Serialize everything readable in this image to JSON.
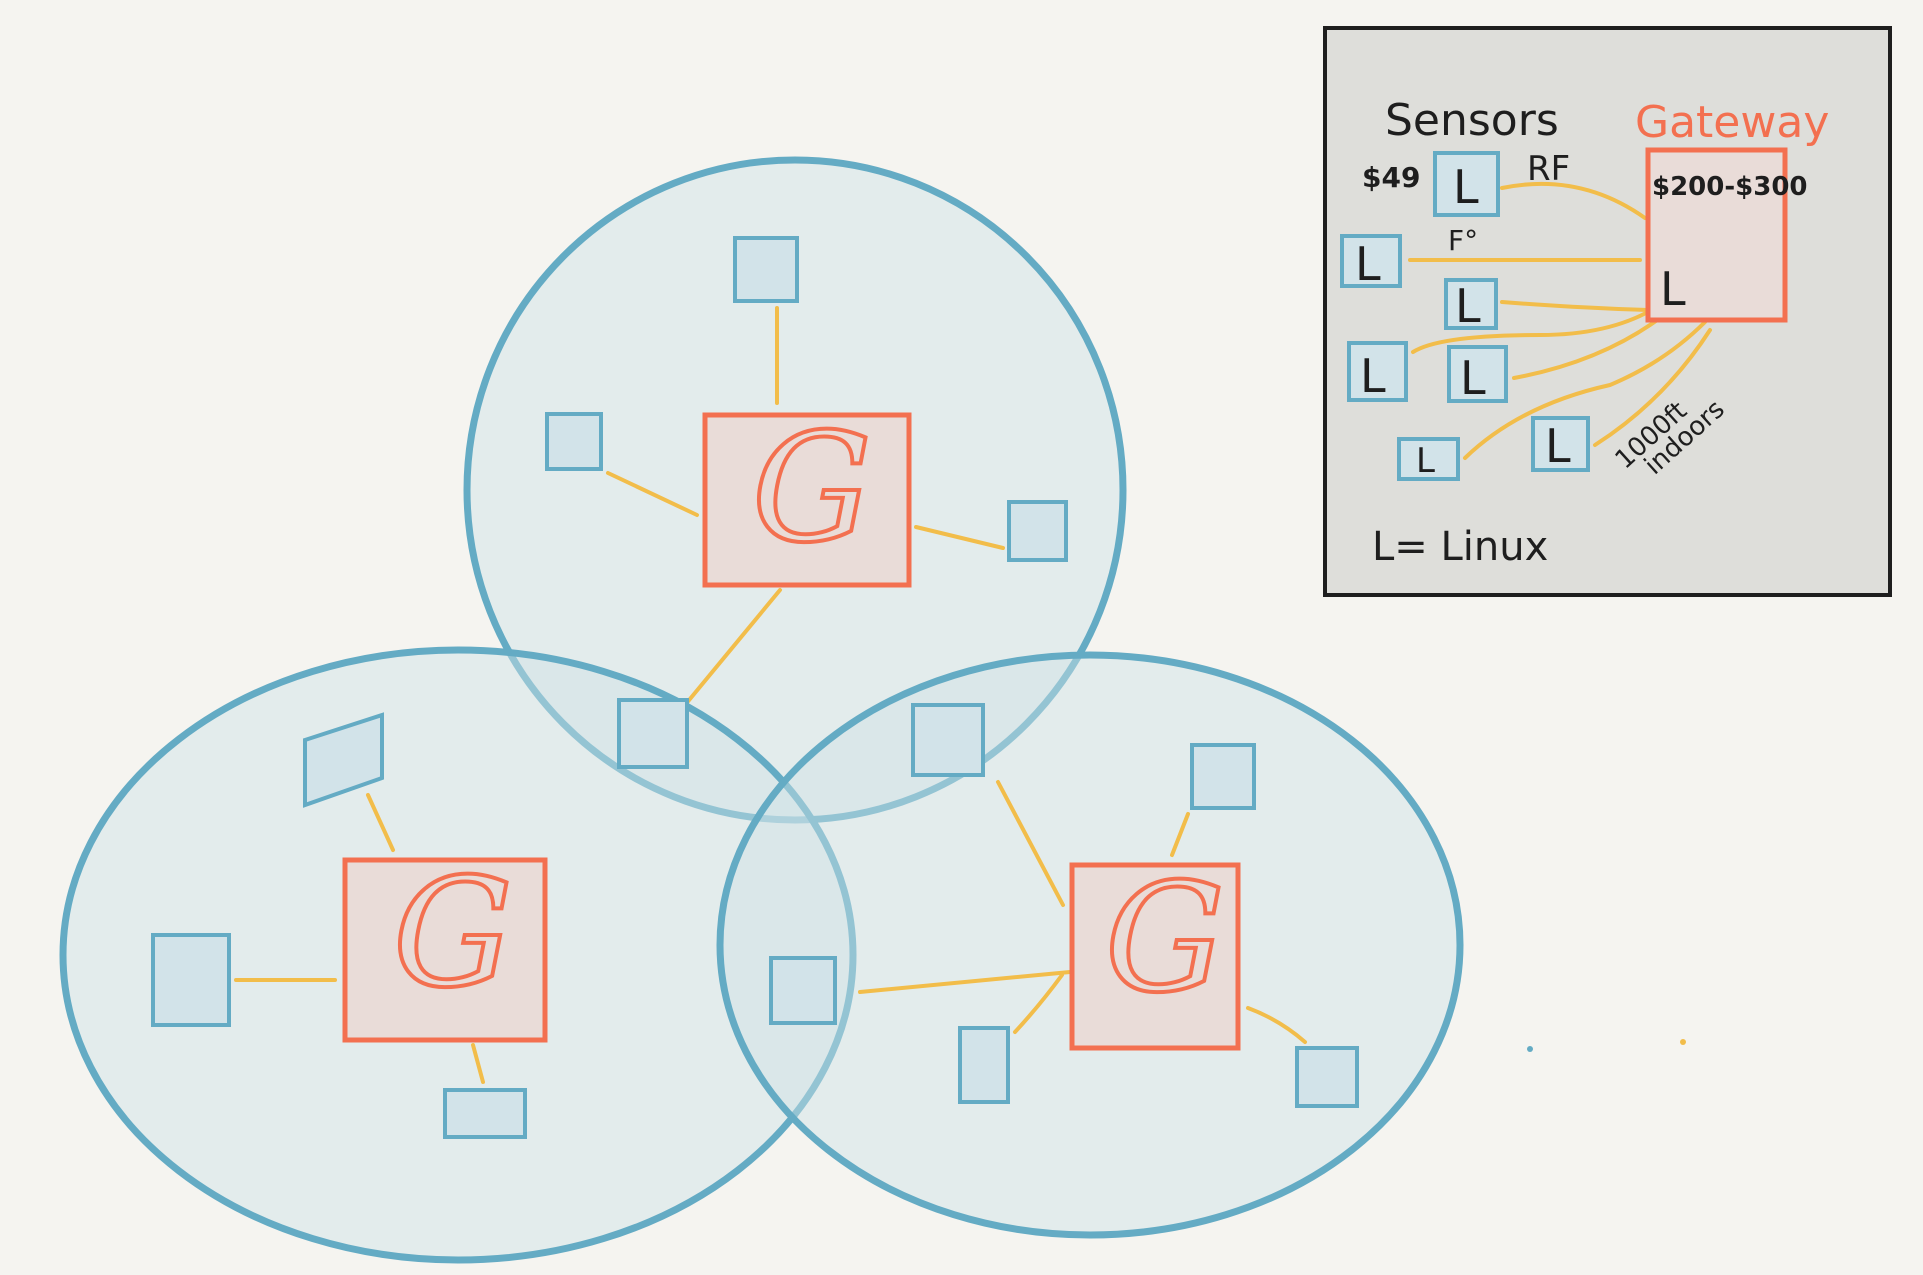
{
  "colors": {
    "background": "#f5f4f0",
    "coverage_stroke": "#64abc4",
    "coverage_fill": "#cfe2e6",
    "sensor_stroke": "#64abc4",
    "sensor_fill": "#d2e3e9",
    "gateway_stroke": "#f37050",
    "gateway_fill": "#e9dcd8",
    "link": "#f2bd4a",
    "text_dark": "#1e1e1e",
    "legend_bg": "#dededa",
    "legend_border": "#1e1e1e"
  },
  "gateway_symbol": "G",
  "sensor_symbol": "L",
  "legend": {
    "sensors_title": "Sensors",
    "gateway_title": "Gateway",
    "sensor_price": "$49",
    "gateway_price": "$200-$300",
    "rf_label": "RF",
    "temp_label": "F°",
    "range_label_1": "1000ft",
    "range_label_2": "indoors",
    "l_definition": "L= Linux"
  }
}
